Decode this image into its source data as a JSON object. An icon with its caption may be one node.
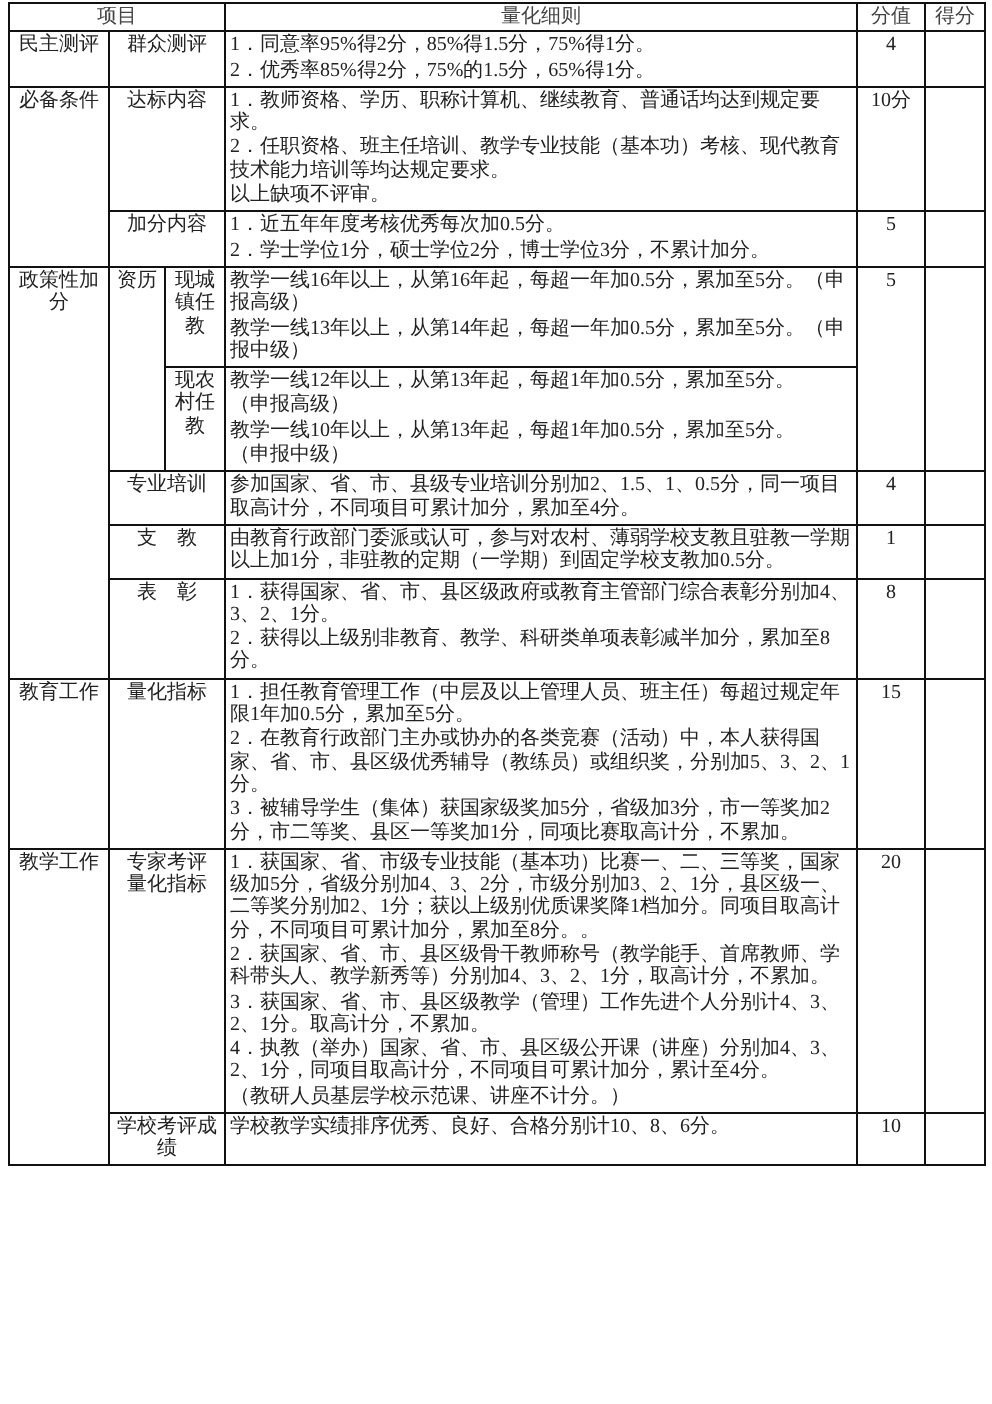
{
  "diagram": {
    "labels": [
      "项目",
      "量化细则",
      "分值",
      "得分",
      "民主测评",
      "群众测评",
      "1．同意率95%得2分，85%得1.5分，75%得1分。",
      "2．优秀率85%得2分，75%的1.5分，65%得1分。",
      "4",
      "必备条件",
      "达标内容",
      "1．教师资格、学历、职称计算机、继续教育、普通话均达到规定要求。",
      "2．任职资格、班主任培训、教学专业技能（基本功）考核、现代教育技术能力培训等均达规定要求。",
      "以上缺项不评审。",
      "10分",
      "加分内容",
      "1．近五年年度考核优秀每次加0.5分。",
      "2．学士学位1分，硕士学位2分，博士学位3分，不累计加分。",
      "5",
      "政策性加分",
      "资历",
      "现城镇任教",
      "教学一线16年以上，从第16年起，每超一年加0.5分，累加至5分。（申报高级）",
      "教学一线13年以上，从第14年起，每超一年加0.5分，累加至5分。（申报中级）",
      "5",
      "现农村任教",
      "教学一线12年以上，从第13年起，每超1年加0.5分，累加至5分。",
      "（申报高级）",
      "教学一线10年以上，从第13年起，每超1年加0.5分，累加至5分。",
      "（申报中级）",
      "专业培训",
      "参加国家、省、市、县级专业培训分别加2、1.5、1、0.5分，同一项目取高计分，不同项目可累计加分，累加至4分。",
      "4",
      "支　教",
      "由教育行政部门委派或认可，参与对农村、薄弱学校支教且驻教一学期以上加1分，非驻教的定期（一学期）到固定学校支教加0.5分。",
      "1",
      "表　彰",
      "1．获得国家、省、市、县区级政府或教育主管部门综合表彰分别加4、3、2、1分。",
      "2．获得以上级别非教育、教学、科研类单项表彰减半加分，累加至8分。",
      "8",
      "教育工作",
      "量化指标",
      "1．担任教育管理工作（中层及以上管理人员、班主任）每超过规定年限1年加0.5分，累加至5分。",
      "2．在教育行政部门主办或协办的各类竞赛（活动）中，本人获得国家、省、市、县区级优秀辅导（教练员）或组织奖，分别加5、3、2、1分。",
      "3．被辅导学生（集体）获国家级奖加5分，省级加3分，市一等奖加2分，市二等奖、县区一等奖加1分，同项比赛取高计分，不累加。",
      "15",
      "教学工作",
      "专家考评",
      "量化指标",
      "1．获国家、省、市级专业技能（基本功）比赛一、二、三等奖，国家级加5分，省级分别加4、3、2分，市级分别加3、2、1分，县区级一、二等奖分别加2、1分；获以上级别优质课奖降1档加分。同项目取高计分，不同项目可累计加分，累加至8分。。",
      "2．获国家、省、市、县区级骨干教师称号（教学能手、首席教师、学科带头人、教学新秀等）分别加4、3、2、1分，取高计分，不累加。",
      "3．获国家、省、市、县区级教学（管理）工作先进个人分别计4、3、2、1分。取高计分，不累加。",
      "4．执教（举办）国家、省、市、县区级公开课（讲座）分别加4、3、2、1分，同项目取高计分，不同项目可累计加分，累计至4分。",
      "（教研人员基层学校示范课、讲座不计分。）",
      "20",
      "学校考评成绩",
      "学校教学实绩排序优秀、良好、合格分别计10、8、6分。",
      "10"
    ]
  }
}
